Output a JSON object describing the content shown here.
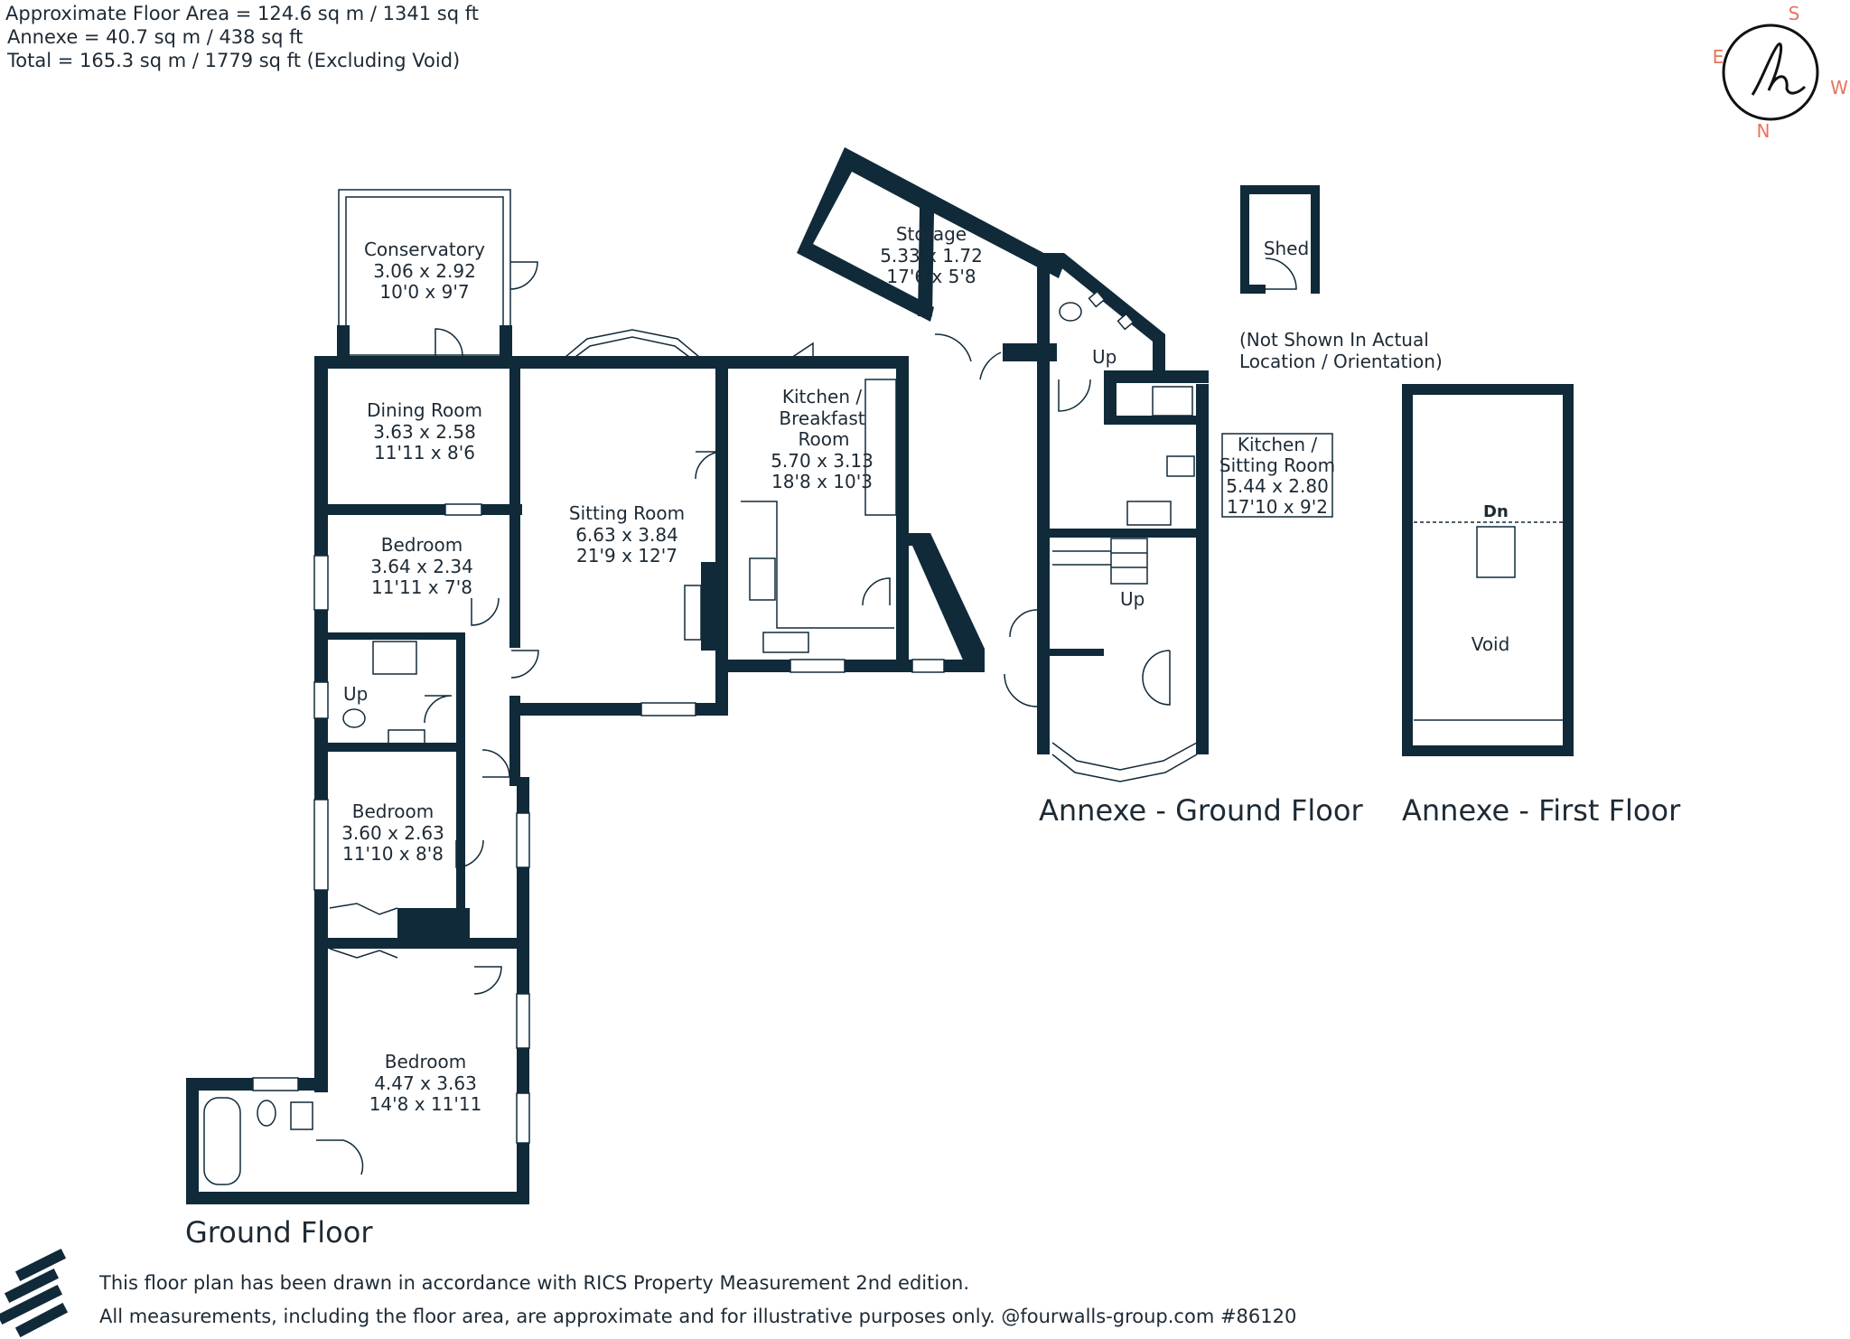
{
  "area_summary": {
    "line1": "Approximate Floor Area = 124.6 sq m / 1341 sq ft",
    "line2": "Annexe = 40.7 sq m / 438 sq ft",
    "line3": "Total = 165.3 sq m / 1779 sq ft (Excluding Void)"
  },
  "compass": {
    "n": "N",
    "s": "S",
    "e": "E",
    "w": "W"
  },
  "rooms": {
    "conservatory": {
      "name": "Conservatory",
      "metric": "3.06 x 2.92",
      "imperial": "10'0 x 9'7"
    },
    "dining": {
      "name": "Dining Room",
      "metric": "3.63 x 2.58",
      "imperial": "11'11 x 8'6"
    },
    "bedroom1": {
      "name": "Bedroom",
      "metric": "3.64 x 2.34",
      "imperial": "11'11 x 7'8"
    },
    "sitting": {
      "name": "Sitting Room",
      "metric": "6.63 x 3.84",
      "imperial": "21'9 x 12'7"
    },
    "kitchen": {
      "name1": "Kitchen /",
      "name2": "Breakfast",
      "name3": "Room",
      "metric": "5.70 x 3.13",
      "imperial": "18'8 x 10'3"
    },
    "storage": {
      "name": "Storage",
      "metric": "5.33 x 1.72",
      "imperial": "17'6 x 5'8"
    },
    "bedroom2": {
      "name": "Bedroom",
      "metric": "3.60 x 2.63",
      "imperial": "11'10 x 8'8"
    },
    "bedroom3": {
      "name": "Bedroom",
      "metric": "4.47 x 3.63",
      "imperial": "14'8 x 11'11"
    },
    "annexe_kitchen": {
      "name1": "Kitchen /",
      "name2": "Sitting Room",
      "metric": "5.44 x 2.80",
      "imperial": "17'10 x 9'2"
    },
    "shed": {
      "name": "Shed"
    },
    "void": {
      "name": "Void"
    }
  },
  "labels": {
    "up": "Up",
    "dn": "Dn",
    "shed_note1": "(Not Shown In Actual",
    "shed_note2": "Location / Orientation)"
  },
  "floor_titles": {
    "ground": "Ground Floor",
    "annexe_ground": "Annexe - Ground Floor",
    "annexe_first": "Annexe - First Floor"
  },
  "footer": {
    "line1": "This floor plan has been drawn in accordance with RICS Property Measurement 2nd edition.",
    "line2": "All measurements, including the floor area, are approximate and for illustrative purposes only. @fourwalls-group.com #86120"
  },
  "colors": {
    "wall": "#102a3a",
    "text": "#1d2a35",
    "compass": "#e8735e"
  }
}
